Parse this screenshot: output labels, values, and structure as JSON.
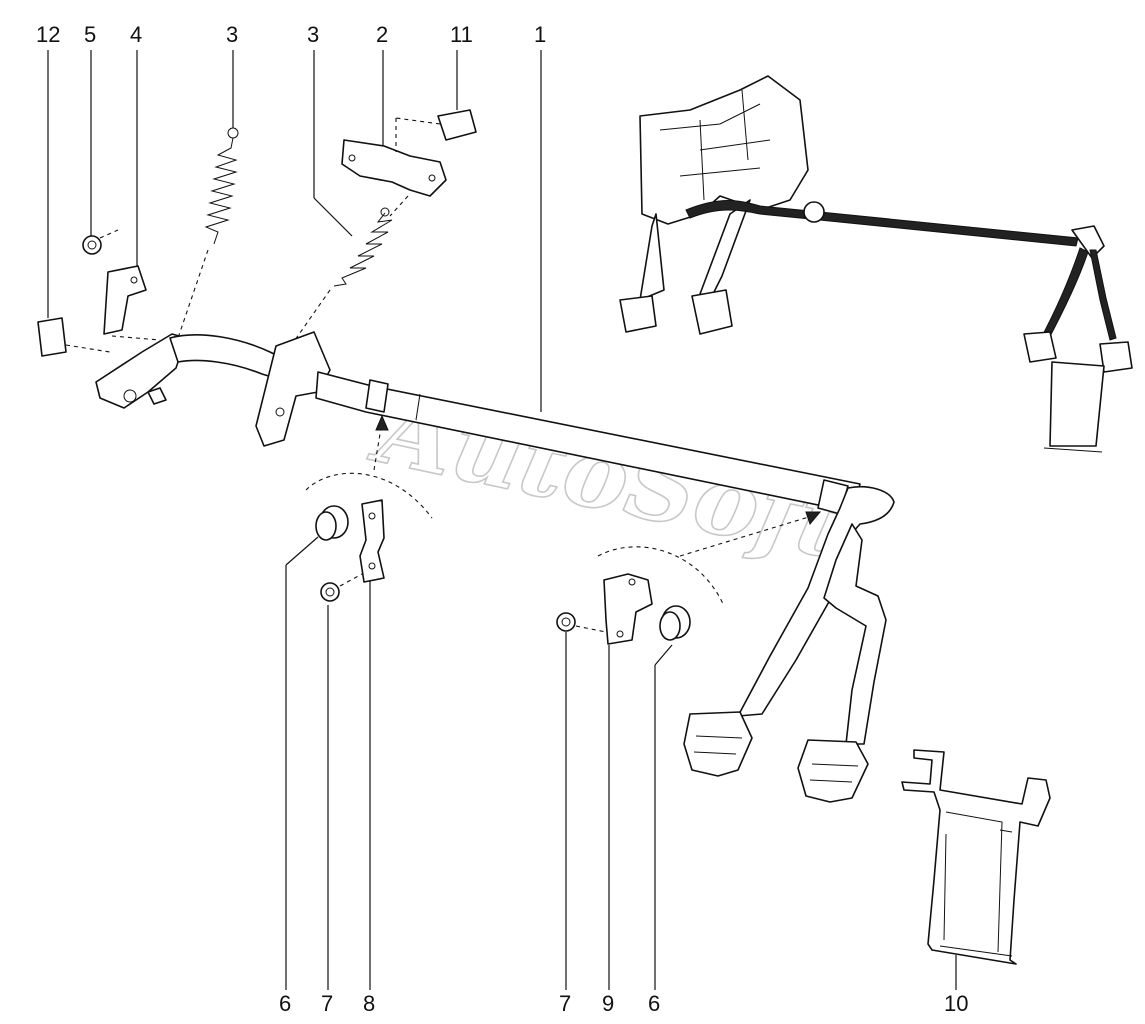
{
  "watermark": "AutoSoft",
  "callouts": {
    "top": [
      {
        "id": "c12",
        "text": "12"
      },
      {
        "id": "c5",
        "text": "5"
      },
      {
        "id": "c4",
        "text": "4"
      },
      {
        "id": "c3a",
        "text": "3"
      },
      {
        "id": "c3b",
        "text": "3"
      },
      {
        "id": "c2",
        "text": "2"
      },
      {
        "id": "c11",
        "text": "11"
      },
      {
        "id": "c1",
        "text": "1"
      }
    ],
    "bottom": [
      {
        "id": "b6a",
        "text": "6"
      },
      {
        "id": "b7a",
        "text": "7"
      },
      {
        "id": "b8",
        "text": "8"
      },
      {
        "id": "b7b",
        "text": "7"
      },
      {
        "id": "b9",
        "text": "9"
      },
      {
        "id": "b6b",
        "text": "6"
      },
      {
        "id": "b10",
        "text": "10"
      }
    ]
  }
}
